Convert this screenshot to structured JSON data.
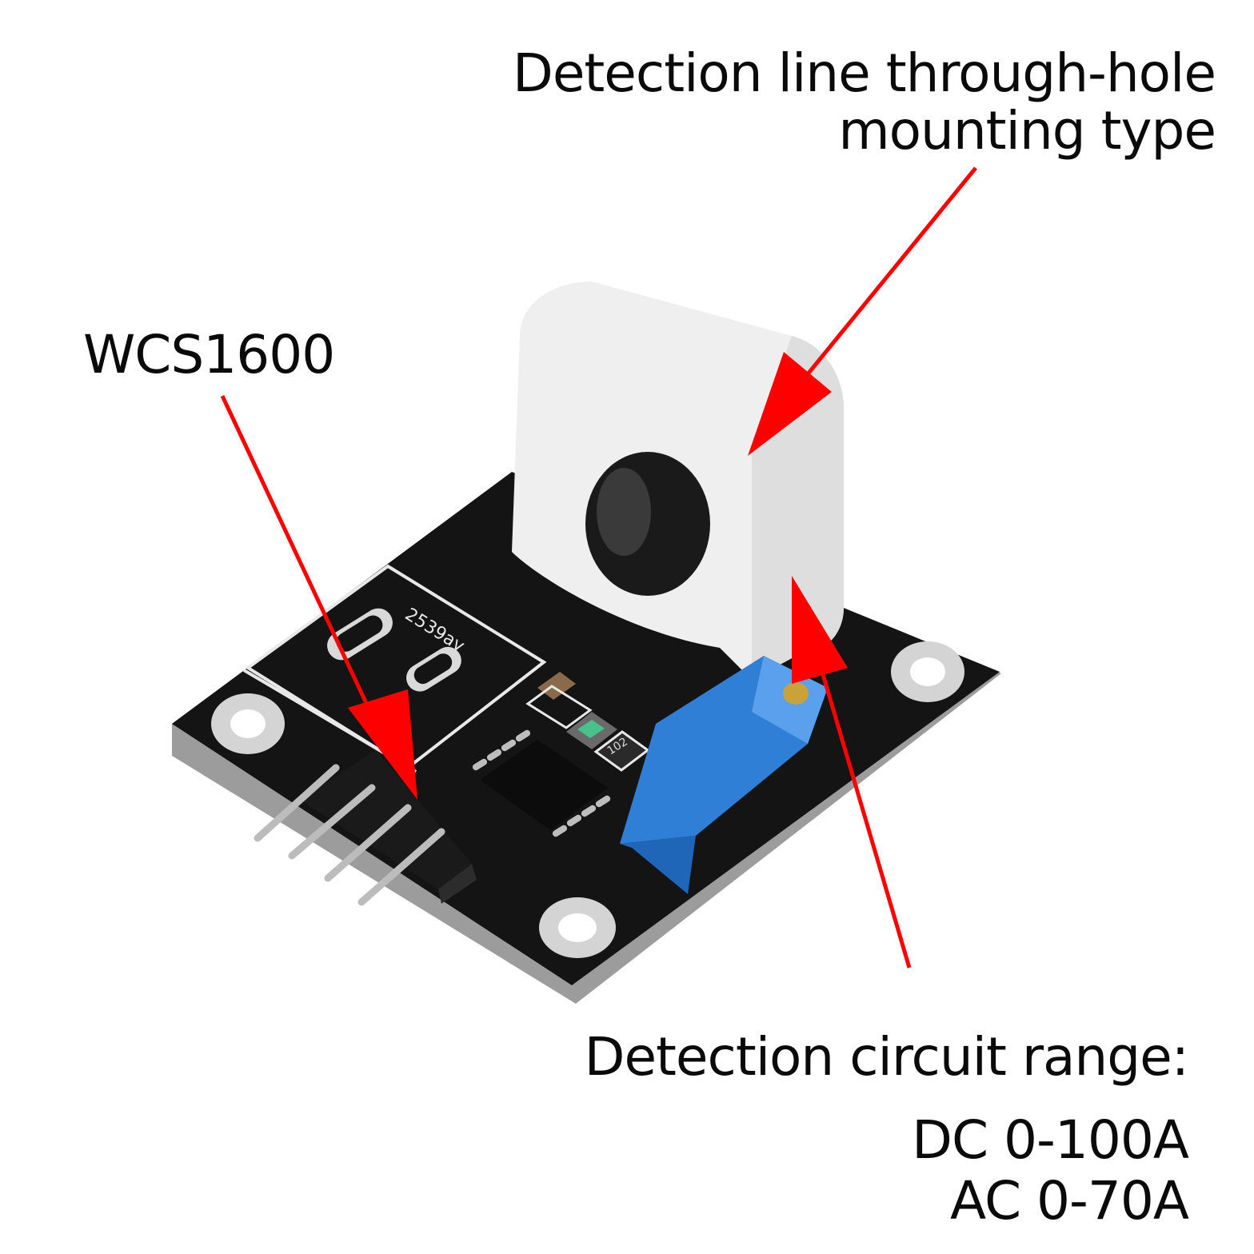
{
  "labels": {
    "through_hole_line1": "Detection line through-hole",
    "through_hole_line2": "mounting type",
    "sensor_model": "WCS1600",
    "range_title": "Detection circuit range:",
    "range_dc": "DC 0-100A",
    "range_ac": "AC 0-70A"
  },
  "board_markings": {
    "silkscreen_code": "2539ay",
    "resistor_code": "102"
  },
  "colors": {
    "background": "#ffffff",
    "pcb": "#111111",
    "sensor_housing": "#eeeeee",
    "potentiometer": "#2f7fd6",
    "arrows": "#ff0000",
    "text": "#0a0a0a"
  }
}
